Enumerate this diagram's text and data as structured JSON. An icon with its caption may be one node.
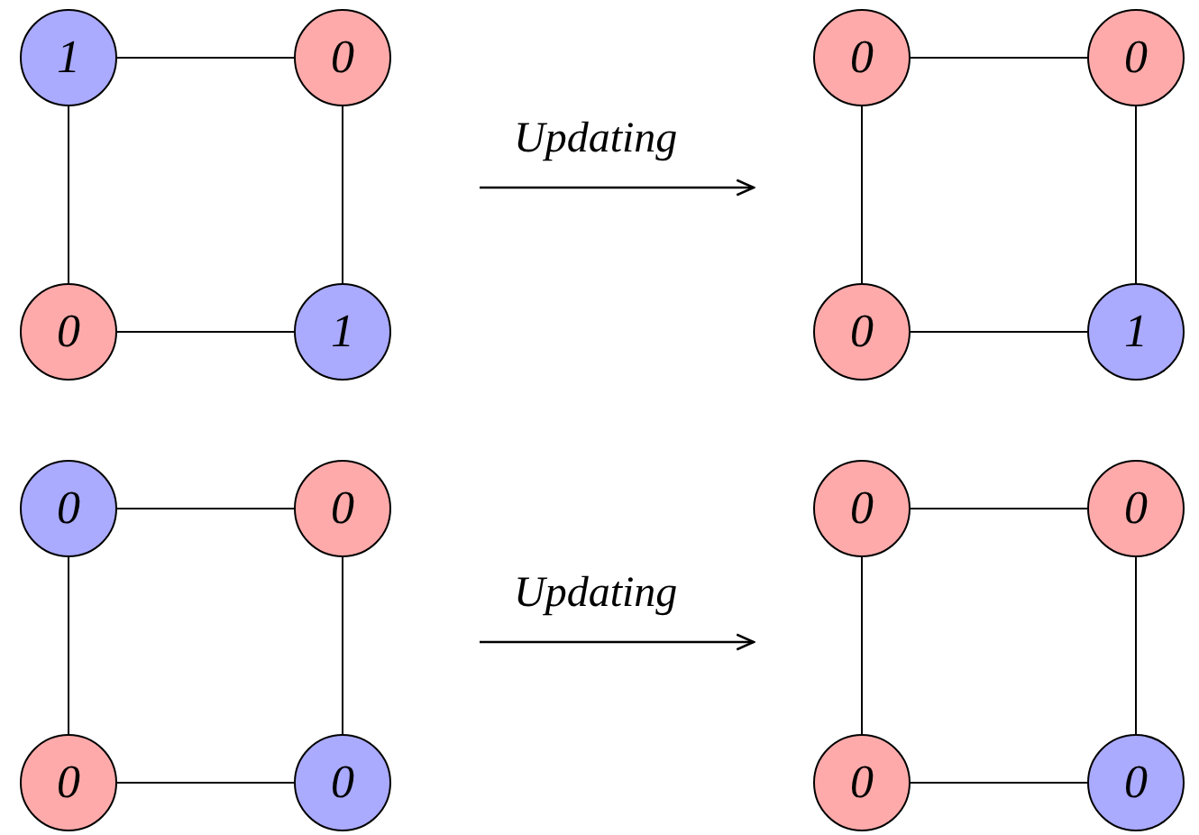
{
  "diagram": {
    "nodes": [
      {
        "text": [
          "1"
        ]
      },
      {
        "text": [
          "0"
        ]
      },
      {
        "text": [
          "0"
        ]
      },
      {
        "text": [
          "1"
        ]
      },
      {
        "text": [
          "0"
        ]
      },
      {
        "text": [
          "0"
        ]
      },
      {
        "text": [
          "0"
        ]
      },
      {
        "text": [
          "1"
        ]
      },
      {
        "text": [
          "0"
        ]
      },
      {
        "text": [
          "0"
        ]
      },
      {
        "text": [
          "0"
        ]
      },
      {
        "text": [
          "0"
        ]
      },
      {
        "text": [
          "0"
        ]
      },
      {
        "text": [
          "0"
        ]
      },
      {
        "text": [
          "0"
        ]
      },
      {
        "text": [
          "0"
        ]
      }
    ],
    "edges": [
      {
        "from": 0,
        "to": 1,
        "arrow": "none"
      },
      {
        "from": 0,
        "to": 2,
        "arrow": "none"
      },
      {
        "from": 1,
        "to": 3,
        "arrow": "none"
      },
      {
        "from": 2,
        "to": 3,
        "arrow": "none"
      },
      {
        "from": 4,
        "to": 5,
        "arrow": "none"
      },
      {
        "from": 4,
        "to": 6,
        "arrow": "none"
      },
      {
        "from": 5,
        "to": 7,
        "arrow": "none"
      },
      {
        "from": 6,
        "to": 7,
        "arrow": "none"
      },
      {
        "from": 8,
        "to": 9,
        "arrow": "none"
      },
      {
        "from": 8,
        "to": 10,
        "arrow": "none"
      },
      {
        "from": 9,
        "to": 11,
        "arrow": "none"
      },
      {
        "from": 10,
        "to": 11,
        "arrow": "none"
      },
      {
        "from": 12,
        "to": 13,
        "arrow": "none"
      },
      {
        "from": 12,
        "to": 14,
        "arrow": "none"
      },
      {
        "from": 13,
        "to": 15,
        "arrow": "none"
      },
      {
        "from": 14,
        "to": 15,
        "arrow": "none"
      }
    ],
    "labels": [
      "Updating",
      "Updating"
    ]
  }
}
